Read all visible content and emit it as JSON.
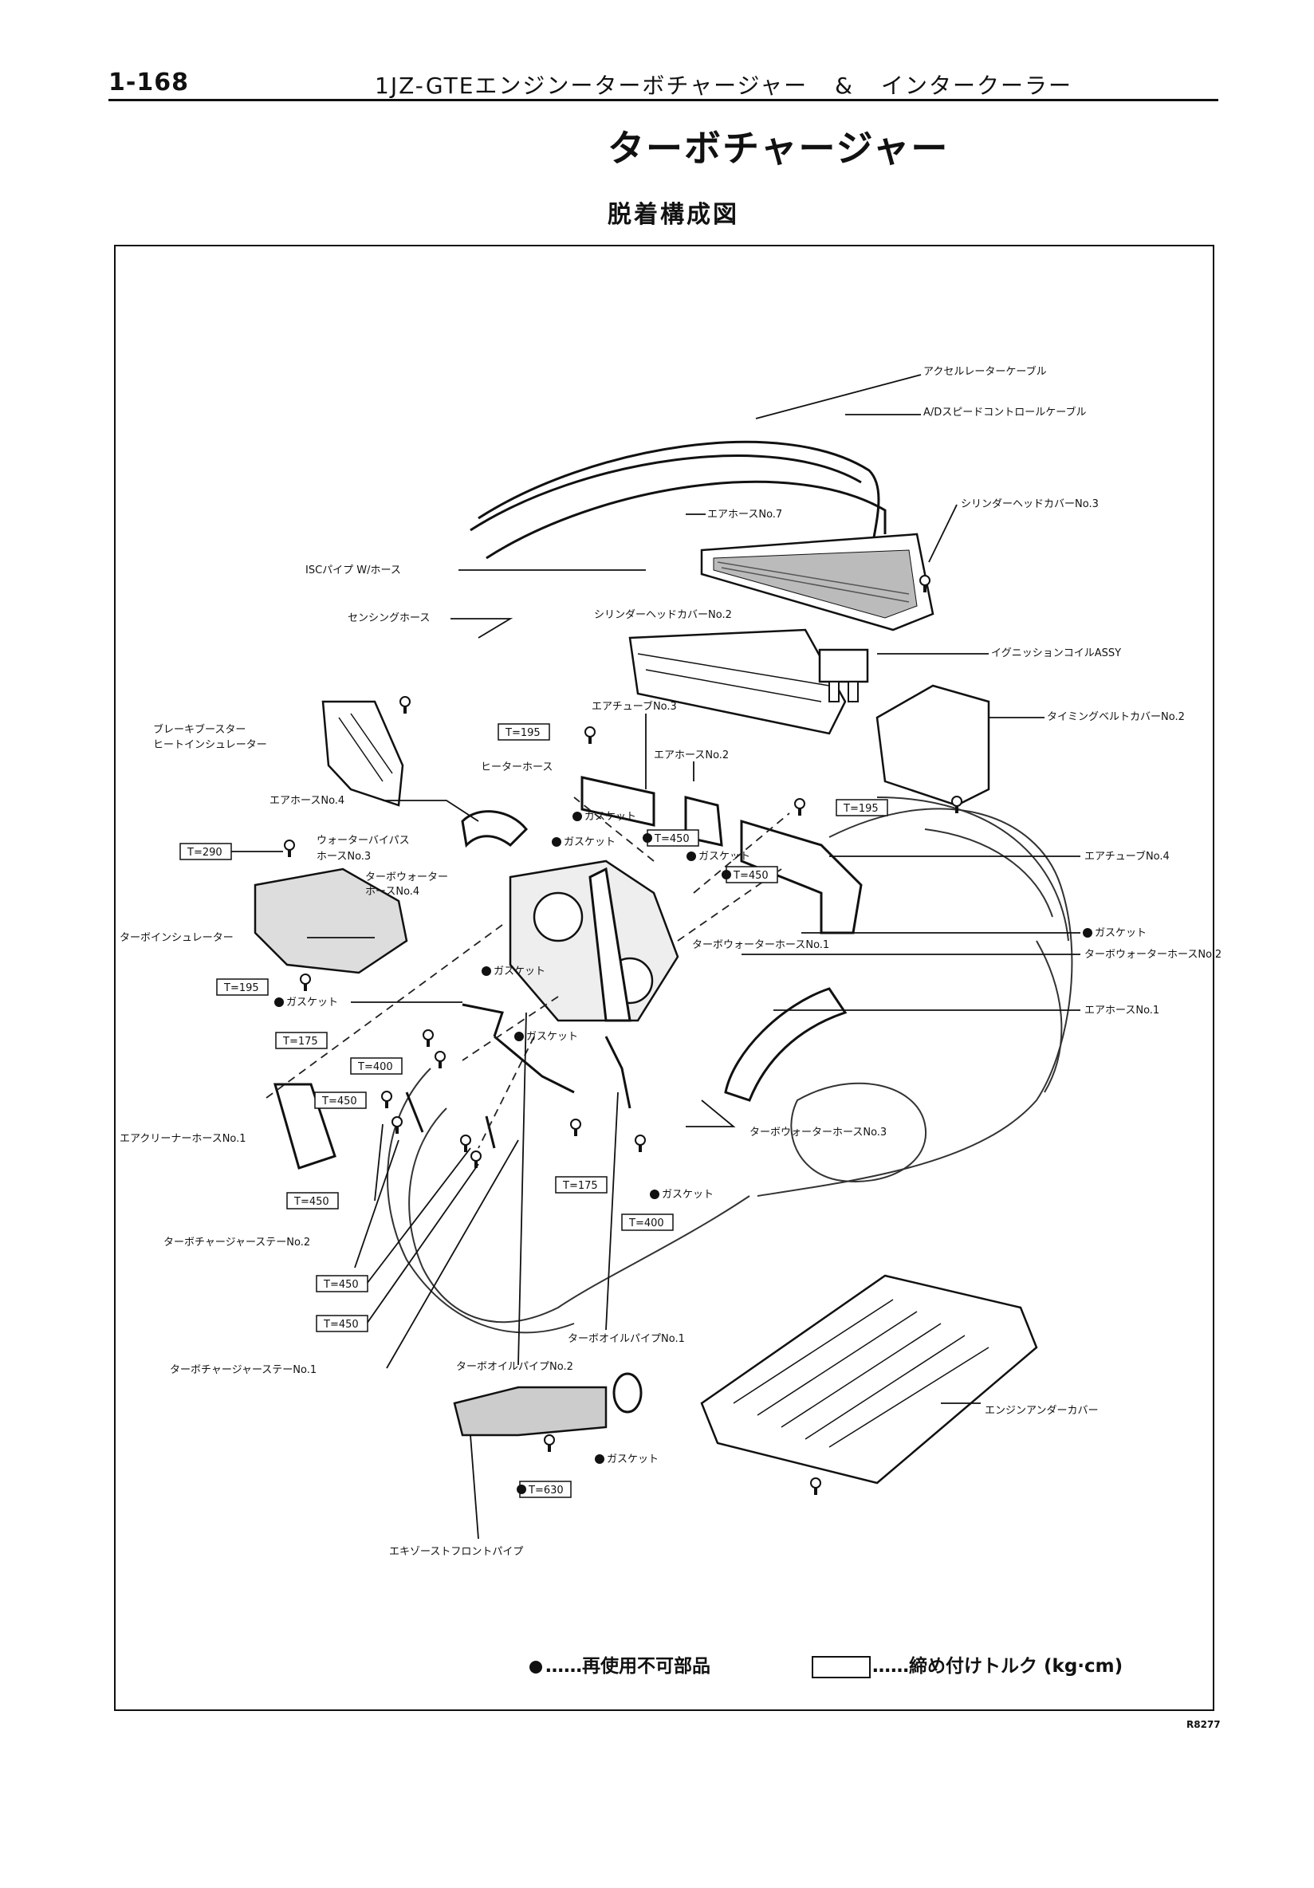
{
  "header": {
    "page_number": "1-168",
    "section": "1JZ-GTEエンジンーターボチャージャー",
    "amp": "&",
    "section2": "インタークーラー"
  },
  "title": "ターボチャージャー",
  "subtitle": "脱着構成図",
  "labels": {
    "accel_cable": "アクセルレーターケーブル",
    "ad_cable": "A/Dスピードコントロールケーブル",
    "air_hose_7": "エアホースNo.7",
    "head_cover_3": "シリンダーヘッドカバーNo.3",
    "isc_pipe": "ISCパイプ W/ホース",
    "sensing_hose": "センシングホース",
    "head_cover_2": "シリンダーヘッドカバーNo.2",
    "ign_coil": "イグニッションコイルASSY",
    "timing_cover": "タイミングベルトカバーNo.2",
    "brake_insulator_1": "ブレーキブースター",
    "brake_insulator_2": "ヒートインシュレーター",
    "air_tube_3": "エアチューブNo.3",
    "heater_hose": "ヒーターホース",
    "air_hose_2": "エアホースNo.2",
    "air_hose_4": "エアホースNo.4",
    "gasket_a": "ガスケット",
    "gasket_b": "ガスケット",
    "water_bypass_1": "ウォーターバイパス",
    "water_bypass_2": "ホースNo.3",
    "gasket_c": "ガスケット",
    "turbo_water_4a": "ターボウォーター",
    "turbo_water_4b": "ホースNo.4",
    "air_tube_4": "エアチューブNo.4",
    "gasket_d": "ガスケット",
    "turbo_insulator": "ターボインシュレーター",
    "turbo_water_1": "ターボウォーターホースNo.1",
    "turbo_water_2": "ターボウォーターホースNo.2",
    "gasket_e": "ガスケット",
    "gasket_f": "ガスケット",
    "air_hose_1": "エアホースNo.1",
    "gasket_g": "ガスケット",
    "air_cleaner_hose": "エアクリーナーホースNo.1",
    "turbo_water_3": "ターボウォーターホースNo.3",
    "gasket_h": "ガスケット",
    "turbo_stay_2": "ターボチャージャーステーNo.2",
    "turbo_oil_1": "ターボオイルパイプNo.1",
    "turbo_stay_1": "ターボチャージャーステーNo.1",
    "turbo_oil_2": "ターボオイルパイプNo.2",
    "engine_under_cover": "エンジンアンダーカバー",
    "gasket_i": "ガスケット",
    "exhaust_front_pipe": "エキゾーストフロントパイプ"
  },
  "torques": {
    "t195a": "T=195",
    "t195b": "T=195",
    "t195c": "T=195",
    "t290": "T=290",
    "t450a": "T=450",
    "t450b": "T=450",
    "t175a": "T=175",
    "t400a": "T=400",
    "t450c": "T=450",
    "t450d": "T=450",
    "t175b": "T=175",
    "t400b": "T=400",
    "t450e": "T=450",
    "t450f": "T=450",
    "t630": "T=630"
  },
  "legend": {
    "non_reusable": "……再使用不可部品",
    "torque": "……締め付けトルク (kg·cm)"
  },
  "figure_code": "R8277"
}
